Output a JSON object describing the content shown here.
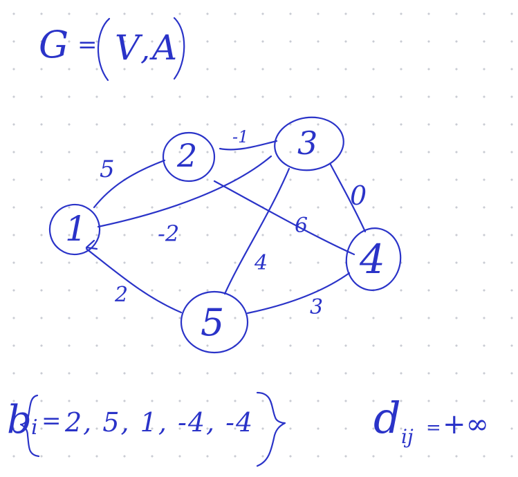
{
  "graph_definition": {
    "name": "G",
    "equals": "=",
    "vertex_set": "V",
    "separator": ",",
    "arc_set": "A"
  },
  "nodes": [
    {
      "id": "1",
      "label": "1"
    },
    {
      "id": "2",
      "label": "2"
    },
    {
      "id": "3",
      "label": "3"
    },
    {
      "id": "4",
      "label": "4"
    },
    {
      "id": "5",
      "label": "5"
    }
  ],
  "edges": [
    {
      "from": "1",
      "to": "2",
      "weight": "5"
    },
    {
      "from": "2",
      "to": "3",
      "weight": "-1"
    },
    {
      "from": "3",
      "to": "1",
      "weight": "-2"
    },
    {
      "from": "2",
      "to": "4",
      "weight": "6"
    },
    {
      "from": "3",
      "to": "4",
      "weight": "0"
    },
    {
      "from": "5",
      "to": "1",
      "weight": "2"
    },
    {
      "from": "3",
      "to": "5",
      "weight": "4"
    },
    {
      "from": "5",
      "to": "4",
      "weight": "3"
    }
  ],
  "demands": {
    "name": "b",
    "subscript": "i",
    "equals": "=",
    "values_text": "2, 5, 1, -4, -4"
  },
  "costs": {
    "name": "d",
    "subscript": "ij",
    "equals": "=",
    "value": "+∞"
  }
}
